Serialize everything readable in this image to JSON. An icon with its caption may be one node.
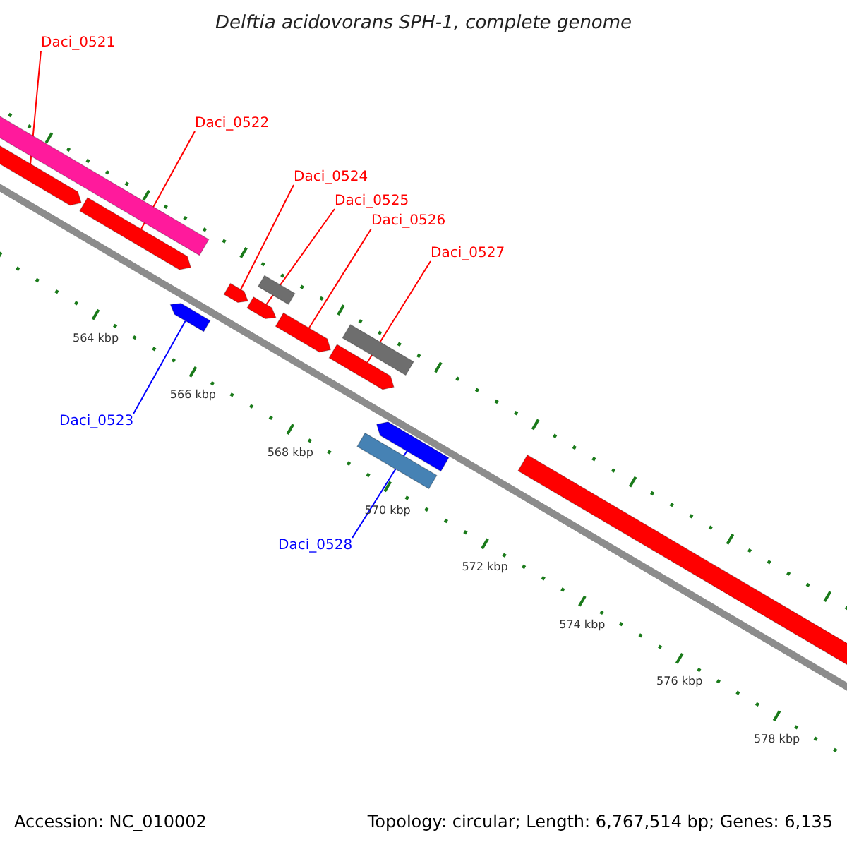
{
  "diagram": {
    "title": "Delftia acidovorans SPH-1, complete genome",
    "nodes": [
      {
        "text": [
          "Daci_0521"
        ]
      },
      {
        "text": [
          "Daci_0522"
        ]
      },
      {
        "text": [
          "Daci_0524"
        ]
      },
      {
        "text": [
          "Daci_0525"
        ]
      },
      {
        "text": [
          "Daci_0526"
        ]
      },
      {
        "text": [
          "Daci_0527"
        ]
      },
      {
        "text": [
          "Daci_0523"
        ]
      },
      {
        "text": [
          "Daci_0528"
        ]
      },
      {
        "text": [],
        "shape": "bar"
      },
      {
        "text": [],
        "shape": "bar"
      },
      {
        "text": [],
        "shape": "bar"
      },
      {
        "text": [],
        "shape": "bar"
      },
      {
        "text": [],
        "shape": "bar"
      },
      {
        "text": [],
        "shape": "bar"
      },
      {
        "text": [],
        "shape": "bar"
      },
      {
        "text": [],
        "shape": "bar"
      },
      {
        "text": [],
        "shape": "bar"
      },
      {
        "text": [],
        "shape": "bar"
      },
      {
        "text": [],
        "shape": "bar"
      },
      {
        "text": [],
        "shape": "bar"
      },
      {
        "text": [],
        "shape": "bar"
      }
    ],
    "edges": [
      {
        "from": 0,
        "to": 9,
        "arrow": "none"
      },
      {
        "from": 1,
        "to": 10,
        "arrow": "none"
      },
      {
        "from": 2,
        "to": 12,
        "arrow": "none"
      },
      {
        "from": 3,
        "to": 13,
        "arrow": "none"
      },
      {
        "from": 4,
        "to": 15,
        "arrow": "none"
      },
      {
        "from": 5,
        "to": 16,
        "arrow": "none"
      },
      {
        "from": 6,
        "to": 11,
        "arrow": "none",
        "color": "#0000ff"
      },
      {
        "from": 7,
        "to": 19,
        "arrow": "none",
        "color": "#0000ff"
      }
    ],
    "labels": [
      "564 kbp",
      "566 kbp",
      "568 kbp",
      "570 kbp",
      "572 kbp",
      "574 kbp",
      "576 kbp",
      "578 kbp",
      "Accession: NC_010002",
      "Topology: circular; Length: 6,767,514 bp; Genes: 6,135"
    ]
  }
}
